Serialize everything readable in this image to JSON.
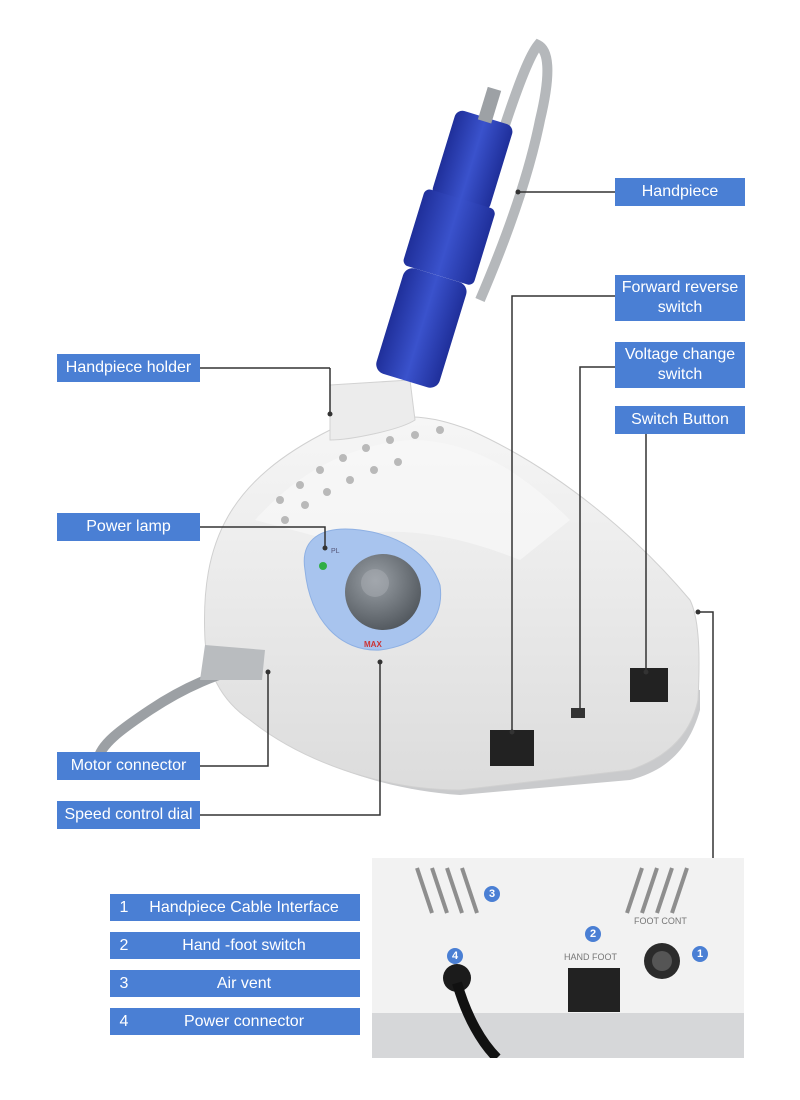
{
  "callouts": {
    "handpiece": "Handpiece",
    "forward_reverse": [
      "Forward reverse",
      "switch"
    ],
    "voltage_change": [
      "Voltage change",
      "switch"
    ],
    "switch_button": "Switch Button",
    "handpiece_holder": "Handpiece holder",
    "power_lamp": "Power lamp",
    "motor_connector": "Motor connector",
    "speed_control_dial": "Speed control dial"
  },
  "legend": [
    {
      "num": "1",
      "text": "Handpiece Cable Interface"
    },
    {
      "num": "2",
      "text": "Hand -foot switch"
    },
    {
      "num": "3",
      "text": "Air vent"
    },
    {
      "num": "4",
      "text": "Power connector"
    }
  ],
  "inset": {
    "markers": [
      "1",
      "2",
      "3",
      "4"
    ],
    "port_labels": [
      "HAND FOOT",
      "FOOT CONT"
    ]
  },
  "device": {
    "dial_text": "MAX",
    "lamp_text": "PL"
  },
  "colors": {
    "label_bg": "#4a7fd4",
    "handpiece_blue": "#2f44b8",
    "body_white": "#eeeeee",
    "dial_grey": "#6b7178"
  }
}
